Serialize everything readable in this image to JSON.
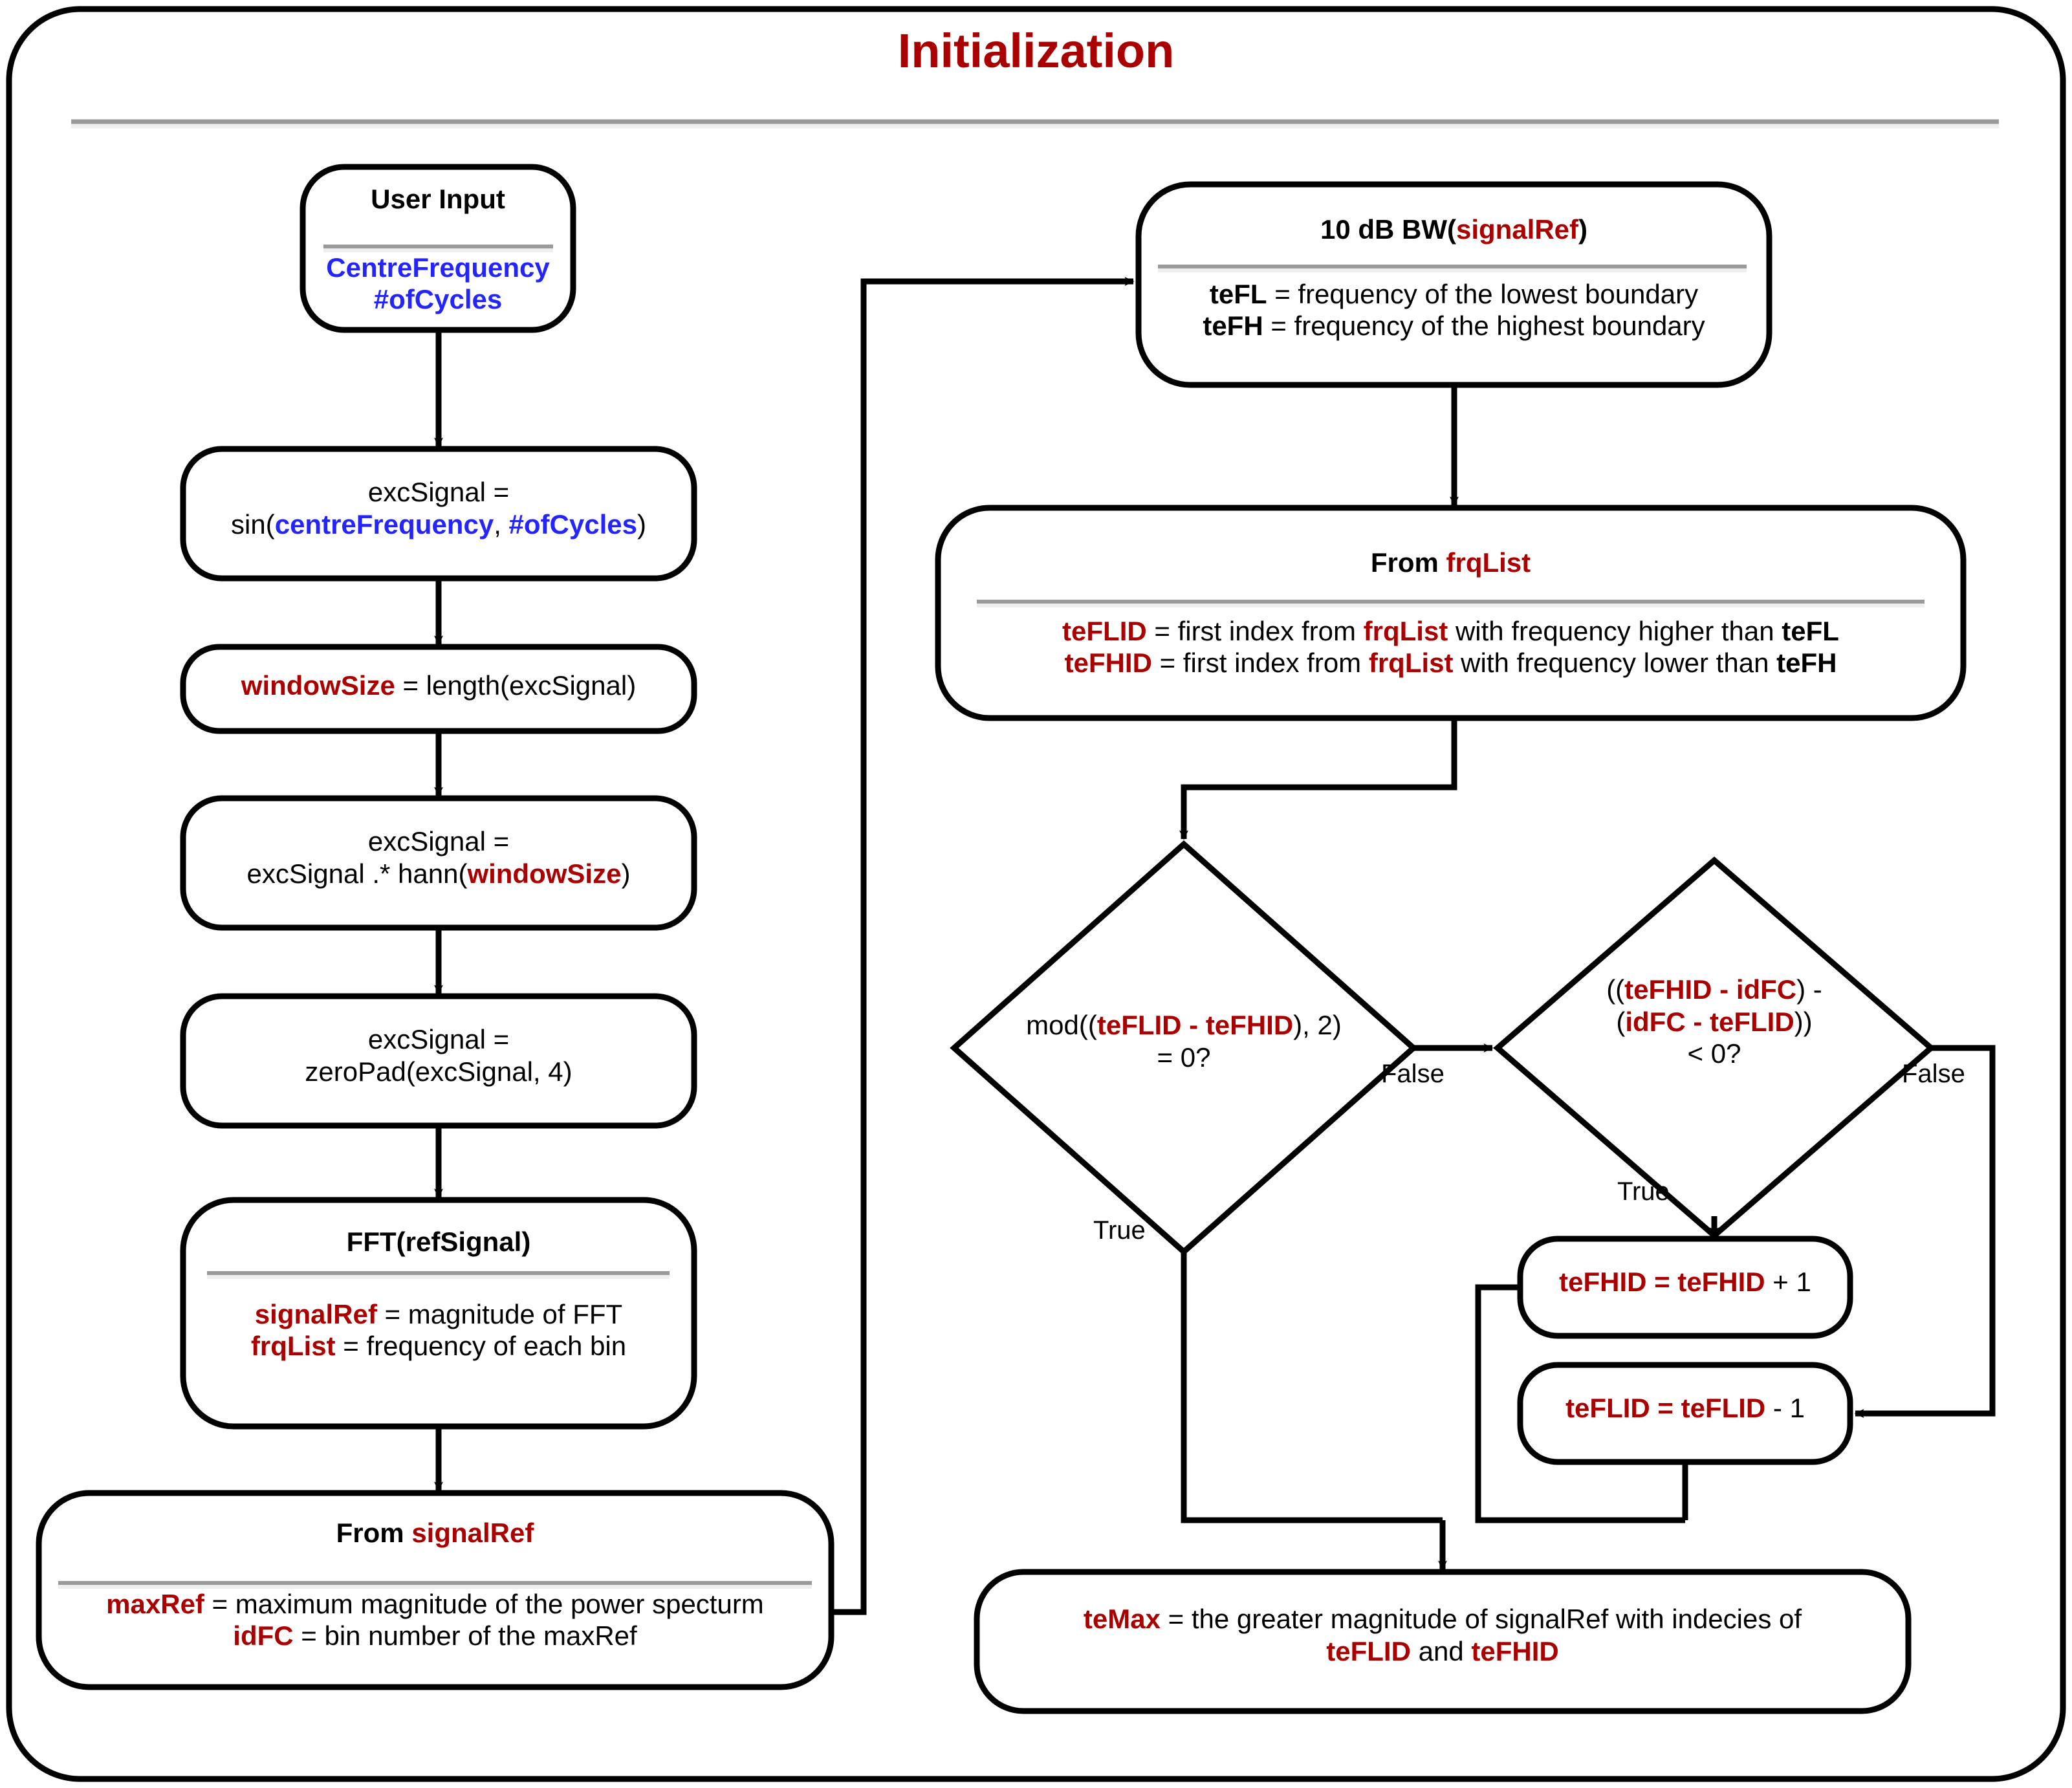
{
  "title": "Initialization",
  "colors": {
    "variable_red": "#AA0000",
    "user_input_blue": "#2424FF",
    "title_red": "#AA0000",
    "stroke_black": "#000000",
    "separator_gray": "#9A9A9A"
  },
  "nodes": {
    "user_input": {
      "header": "User Input",
      "has_separator": true,
      "body_lines": [
        [
          {
            "t": "CentreFrequency",
            "s": "uin"
          }
        ],
        [
          {
            "t": "#ofCycles",
            "s": "uin"
          }
        ]
      ]
    },
    "exc_sin": {
      "header": "",
      "has_separator": false,
      "body_lines": [
        [
          {
            "t": "excSignal =",
            "s": "plain"
          }
        ],
        [
          {
            "t": "sin(",
            "s": "plain"
          },
          {
            "t": "centreFrequency",
            "s": "uin"
          },
          {
            "t": ", ",
            "s": "plain"
          },
          {
            "t": "#ofCycles",
            "s": "uin"
          },
          {
            "t": ")",
            "s": "plain"
          }
        ]
      ]
    },
    "window_size": {
      "header": "",
      "has_separator": false,
      "body_lines": [
        [
          {
            "t": "windowSize",
            "s": "var"
          },
          {
            "t": " = length(excSignal)",
            "s": "plain"
          }
        ]
      ]
    },
    "exc_hann": {
      "header": "",
      "has_separator": false,
      "body_lines": [
        [
          {
            "t": "excSignal =",
            "s": "plain"
          }
        ],
        [
          {
            "t": "excSignal .* hann(",
            "s": "plain"
          },
          {
            "t": "windowSize",
            "s": "var"
          },
          {
            "t": ")",
            "s": "plain"
          }
        ]
      ]
    },
    "exc_zeropad": {
      "header": "",
      "has_separator": false,
      "body_lines": [
        [
          {
            "t": "excSignal =",
            "s": "plain"
          }
        ],
        [
          {
            "t": "zeroPad(excSignal, 4)",
            "s": "plain"
          }
        ]
      ]
    },
    "fft": {
      "header_parts": [
        {
          "t": "FFT(refSignal)",
          "s": "plain"
        }
      ],
      "has_separator": true,
      "body_lines": [
        [
          {
            "t": "signalRef",
            "s": "var"
          },
          {
            "t": " = magnitude of FFT",
            "s": "plain"
          }
        ],
        [
          {
            "t": "frqList",
            "s": "var"
          },
          {
            "t": " = frequency of each bin",
            "s": "plain"
          }
        ]
      ]
    },
    "from_signalref": {
      "header_parts": [
        {
          "t": "From ",
          "s": "plain"
        },
        {
          "t": "signalRef",
          "s": "var"
        }
      ],
      "has_separator": true,
      "body_lines": [
        [
          {
            "t": "maxRef",
            "s": "var"
          },
          {
            "t": " = maximum magnitude of the power specturm",
            "s": "plain"
          }
        ],
        [
          {
            "t": "idFC",
            "s": "var"
          },
          {
            "t": " = bin number of the maxRef",
            "s": "plain"
          }
        ]
      ]
    },
    "bw10db": {
      "header_parts": [
        {
          "t": "10 dB BW(",
          "s": "plain"
        },
        {
          "t": "signalRef",
          "s": "var"
        },
        {
          "t": ")",
          "s": "plain"
        }
      ],
      "has_separator": true,
      "body_lines": [
        [
          {
            "t": "teFL",
            "s": "bold"
          },
          {
            "t": " = frequency of the lowest boundary",
            "s": "plain"
          }
        ],
        [
          {
            "t": "teFH",
            "s": "bold"
          },
          {
            "t": " = frequency of the highest boundary",
            "s": "plain"
          }
        ]
      ]
    },
    "from_frqlist": {
      "header_parts": [
        {
          "t": "From ",
          "s": "plain"
        },
        {
          "t": "frqList",
          "s": "var"
        }
      ],
      "has_separator": true,
      "body_lines": [
        [
          {
            "t": "teFLID",
            "s": "var"
          },
          {
            "t": " = first index from ",
            "s": "plain"
          },
          {
            "t": "frqList",
            "s": "var"
          },
          {
            "t": " with frequency higher than ",
            "s": "plain"
          },
          {
            "t": "teFL",
            "s": "bold"
          }
        ],
        [
          {
            "t": "teFHID",
            "s": "var"
          },
          {
            "t": " = first index from ",
            "s": "plain"
          },
          {
            "t": "frqList",
            "s": "var"
          },
          {
            "t": " with frequency lower than ",
            "s": "plain"
          },
          {
            "t": "teFH",
            "s": "bold"
          }
        ]
      ]
    },
    "decision_mod": {
      "body_lines": [
        [
          {
            "t": "mod((",
            "s": "plain"
          },
          {
            "t": "teFLID - teFHID",
            "s": "var"
          },
          {
            "t": "), 2)",
            "s": "plain"
          }
        ],
        [
          {
            "t": "= 0?",
            "s": "plain"
          }
        ]
      ]
    },
    "decision_cmp": {
      "body_lines": [
        [
          {
            "t": "((",
            "s": "plain"
          },
          {
            "t": "teFHID - idFC",
            "s": "var"
          },
          {
            "t": ") -",
            "s": "plain"
          }
        ],
        [
          {
            "t": "(",
            "s": "plain"
          },
          {
            "t": "idFC - teFLID",
            "s": "var"
          },
          {
            "t": "))",
            "s": "plain"
          }
        ],
        [
          {
            "t": "< 0?",
            "s": "plain"
          }
        ]
      ]
    },
    "tefhid_inc": {
      "body_lines": [
        [
          {
            "t": "teFHID = teFHID",
            "s": "var"
          },
          {
            "t": " + 1",
            "s": "plain"
          }
        ]
      ]
    },
    "teflid_dec": {
      "body_lines": [
        [
          {
            "t": "teFLID = teFLID",
            "s": "var"
          },
          {
            "t": " - 1",
            "s": "plain"
          }
        ]
      ]
    },
    "temax": {
      "body_lines": [
        [
          {
            "t": "teMax",
            "s": "var"
          },
          {
            "t": " = the greater magnitude of signalRef with indecies of",
            "s": "plain"
          }
        ],
        [
          {
            "t": "teFLID",
            "s": "var"
          },
          {
            "t": " and ",
            "s": "plain"
          },
          {
            "t": "teFHID",
            "s": "var"
          }
        ]
      ]
    }
  },
  "edge_labels": {
    "mod_false": "False",
    "mod_true": "True",
    "cmp_false": "False",
    "cmp_true": "True"
  },
  "chart_data": {
    "type": "flowchart",
    "title": "Initialization",
    "nodes": [
      {
        "id": "user_input",
        "shape": "rounded-rect",
        "label": "User Input / CentreFrequency / #ofCycles"
      },
      {
        "id": "exc_sin",
        "shape": "rounded-rect",
        "label": "excSignal = sin(centreFrequency, #ofCycles)"
      },
      {
        "id": "window_size",
        "shape": "rounded-rect",
        "label": "windowSize = length(excSignal)"
      },
      {
        "id": "exc_hann",
        "shape": "rounded-rect",
        "label": "excSignal = excSignal .* hann(windowSize)"
      },
      {
        "id": "exc_zeropad",
        "shape": "rounded-rect",
        "label": "excSignal = zeroPad(excSignal, 4)"
      },
      {
        "id": "fft",
        "shape": "rounded-rect",
        "label": "FFT(refSignal): signalRef = magnitude of FFT; frqList = frequency of each bin"
      },
      {
        "id": "from_signalref",
        "shape": "rounded-rect",
        "label": "From signalRef: maxRef = maximum magnitude of the power specturm; idFC = bin number of the maxRef"
      },
      {
        "id": "bw10db",
        "shape": "rounded-rect",
        "label": "10 dB BW(signalRef): teFL = frequency of the lowest boundary; teFH = frequency of the highest boundary"
      },
      {
        "id": "from_frqlist",
        "shape": "rounded-rect",
        "label": "From frqList: teFLID = first index from frqList with frequency higher than teFL; teFHID = first index from frqList with frequency lower than teFH"
      },
      {
        "id": "decision_mod",
        "shape": "diamond",
        "label": "mod((teFLID - teFHID), 2) = 0?"
      },
      {
        "id": "decision_cmp",
        "shape": "diamond",
        "label": "((teFHID - idFC) - (idFC - teFLID)) < 0?"
      },
      {
        "id": "tefhid_inc",
        "shape": "rounded-rect",
        "label": "teFHID = teFHID + 1"
      },
      {
        "id": "teflid_dec",
        "shape": "rounded-rect",
        "label": "teFLID = teFLID - 1"
      },
      {
        "id": "temax",
        "shape": "rounded-rect",
        "label": "teMax = the greater magnitude of signalRef with indecies of teFLID and teFHID"
      }
    ],
    "edges": [
      {
        "from": "user_input",
        "to": "exc_sin",
        "label": ""
      },
      {
        "from": "exc_sin",
        "to": "window_size",
        "label": ""
      },
      {
        "from": "window_size",
        "to": "exc_hann",
        "label": ""
      },
      {
        "from": "exc_hann",
        "to": "exc_zeropad",
        "label": ""
      },
      {
        "from": "exc_zeropad",
        "to": "fft",
        "label": ""
      },
      {
        "from": "fft",
        "to": "from_signalref",
        "label": ""
      },
      {
        "from": "from_signalref",
        "to": "bw10db",
        "label": ""
      },
      {
        "from": "bw10db",
        "to": "from_frqlist",
        "label": ""
      },
      {
        "from": "from_frqlist",
        "to": "decision_mod",
        "label": ""
      },
      {
        "from": "decision_mod",
        "to": "decision_cmp",
        "label": "False"
      },
      {
        "from": "decision_mod",
        "to": "temax",
        "label": "True"
      },
      {
        "from": "decision_cmp",
        "to": "tefhid_inc",
        "label": "True"
      },
      {
        "from": "decision_cmp",
        "to": "teflid_dec",
        "label": "False"
      },
      {
        "from": "tefhid_inc",
        "to": "teflid_dec",
        "label": ""
      },
      {
        "from": "teflid_dec",
        "to": "temax",
        "label": ""
      }
    ]
  }
}
